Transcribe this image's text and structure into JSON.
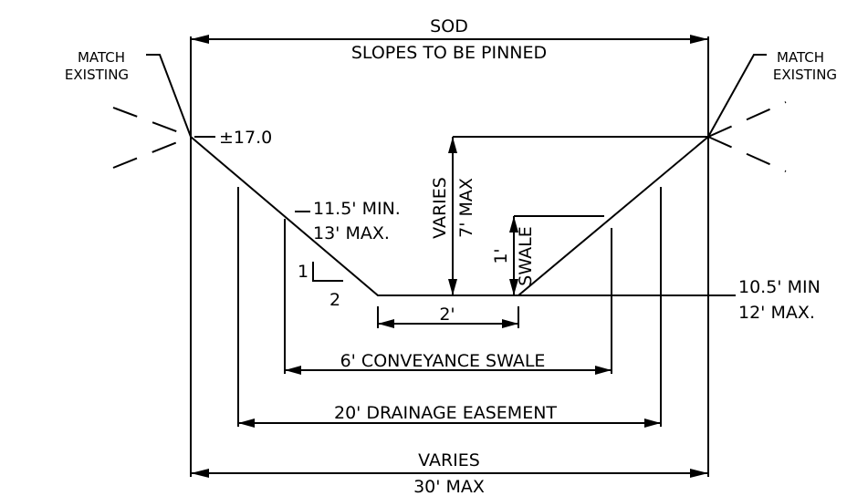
{
  "labels": {
    "sod": "SOD",
    "slopes_pinned": "SLOPES TO BE PINNED",
    "match_existing_left_1": "MATCH",
    "match_existing_left_2": "EXISTING",
    "match_existing_right_1": "MATCH",
    "match_existing_right_2": "EXISTING",
    "elevation": "±17.0",
    "min_left": "11.5' MIN.",
    "max_left": "13' MAX.",
    "slope_rise": "1",
    "slope_run": "2",
    "bottom_width": "2'",
    "varies_depth": "VARIES",
    "max_depth": "7' MAX",
    "swale_depth": "1'",
    "swale": "SWALE",
    "min_right": "10.5' MIN",
    "max_right": "12' MAX.",
    "conveyance": "6' CONVEYANCE SWALE",
    "easement": "20' DRAINAGE EASEMENT",
    "varies_bottom": "VARIES",
    "max_bottom": "30' MAX"
  }
}
